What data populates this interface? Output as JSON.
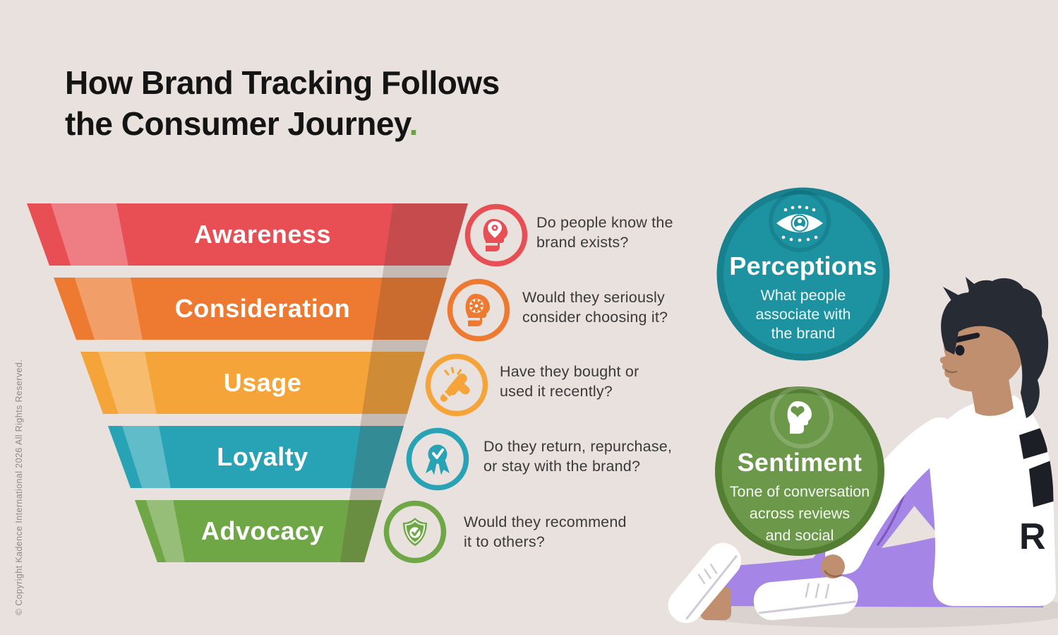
{
  "title": {
    "line1": "How Brand Tracking Follows",
    "line2": "the Consumer Journey",
    "accent_dot": "."
  },
  "funnel": {
    "stages": [
      {
        "label": "Awareness",
        "question": "Do people know the\nbrand exists?",
        "color": "#e84f55",
        "icon": "head-location-pin-icon"
      },
      {
        "label": "Consideration",
        "question": "Would they seriously\nconsider choosing it?",
        "color": "#ed7a30",
        "icon": "head-gear-icon"
      },
      {
        "label": "Usage",
        "question": "Have they bought or\nused it recently?",
        "color": "#f4a438",
        "icon": "snap-fingers-icon"
      },
      {
        "label": "Loyalty",
        "question": "Do they return, repurchase,\nor stay with the brand?",
        "color": "#27a3b5",
        "icon": "medal-check-icon"
      },
      {
        "label": "Advocacy",
        "question": "Would they recommend\nit to others?",
        "color": "#6fa746",
        "icon": "shield-check-icon"
      }
    ]
  },
  "bubbles": {
    "perceptions": {
      "title": "Perceptions",
      "description": "What people\nassociate with\nthe brand",
      "color": "#1d93a1",
      "icon": "eye-person-icon"
    },
    "sentiment": {
      "title": "Sentiment",
      "description": "Tone of conversation\nacross reviews\nand social",
      "color": "#6b9849",
      "icon": "head-heart-icon"
    }
  },
  "illustration": {
    "shirt_letter": "R"
  },
  "copyright": "© Copyright Kadence International 2026 All Rights Reserved."
}
